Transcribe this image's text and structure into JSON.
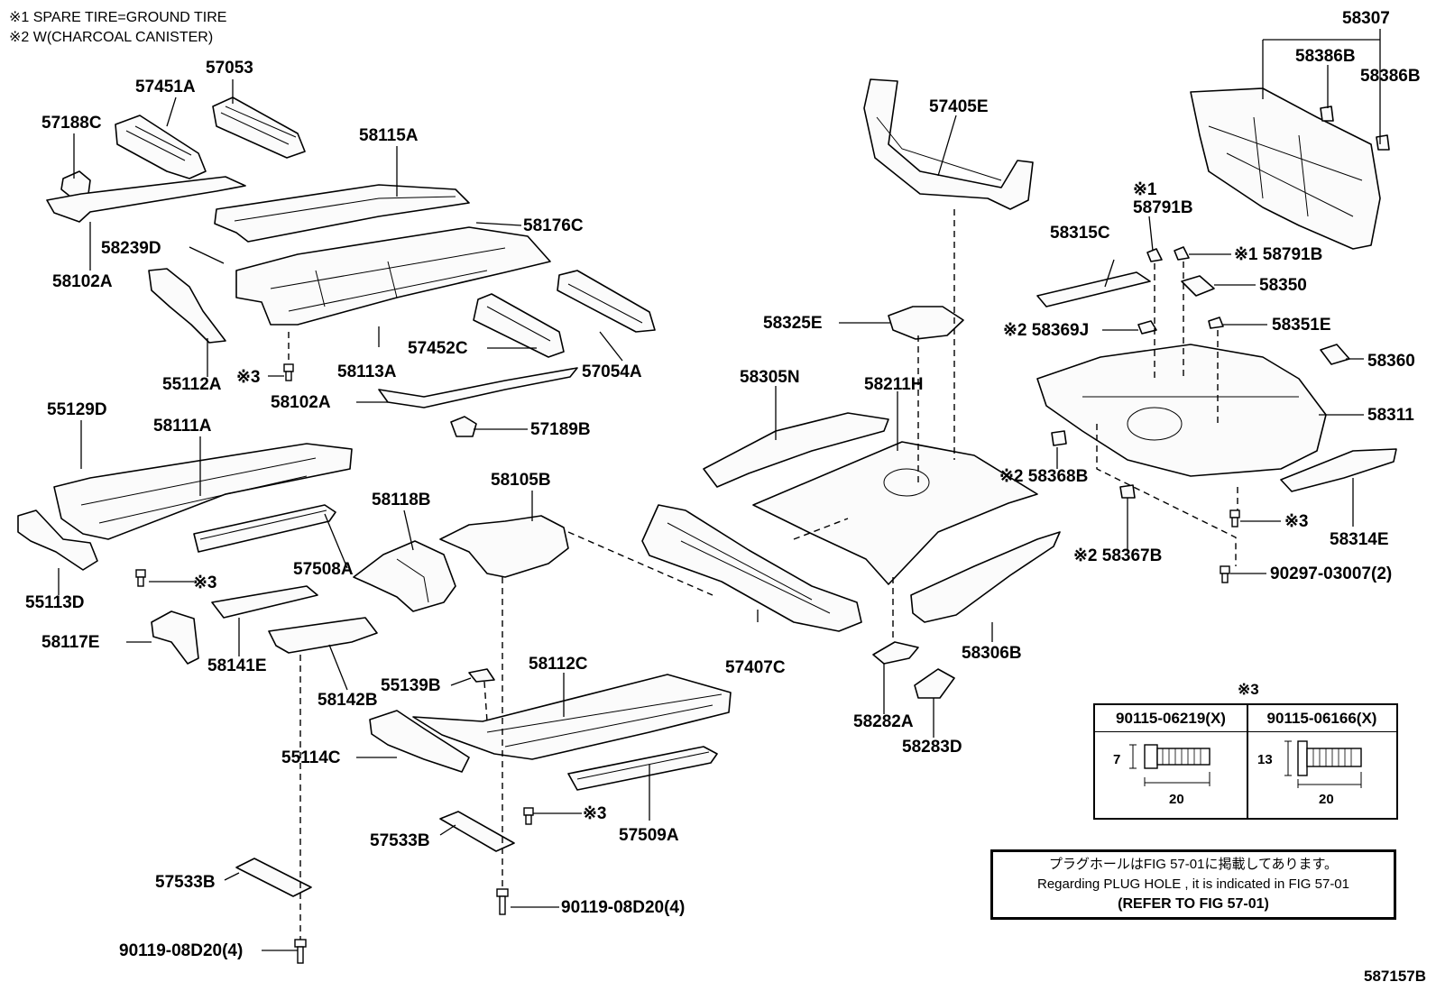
{
  "notes": [
    "※1 SPARE TIRE=GROUND TIRE",
    "※2 W(CHARCOAL CANISTER)"
  ],
  "labels": {
    "l57053": "57053",
    "l57451A": "57451A",
    "l57188C": "57188C",
    "l58115A": "58115A",
    "l58102A_top": "58102A",
    "l58239D": "58239D",
    "l58176C": "58176C",
    "l55112A": "55112A",
    "l58113A": "58113A",
    "l57452C": "57452C",
    "l57054A": "57054A",
    "l58102A_low": "58102A",
    "l_x3_a": "※3",
    "l57189B": "57189B",
    "l55129D": "55129D",
    "l58111A": "58111A",
    "l55113D": "55113D",
    "l_x3_b": "※3",
    "l57508A": "57508A",
    "l58118B": "58118B",
    "l58105B": "58105B",
    "l58117E": "58117E",
    "l58141E": "58141E",
    "l58142B": "58142B",
    "l55139B": "55139B",
    "l58112C": "58112C",
    "l55114C": "55114C",
    "l_x3_c": "※3",
    "l57509A": "57509A",
    "l57533B_mid": "57533B",
    "l57533B_low": "57533B",
    "l90119_mid": "90119-08D20(4)",
    "l90119_low": "90119-08D20(4)",
    "l57405E": "57405E",
    "l58325E": "58325E",
    "l58305N": "58305N",
    "l58211H": "58211H",
    "l57407C": "57407C",
    "l58282A": "58282A",
    "l58283D": "58283D",
    "l58306B": "58306B",
    "l58307": "58307",
    "l58386B_a": "58386B",
    "l58386B_b": "58386B",
    "l_x1_a": "※1",
    "l58791B_a": "58791B",
    "l58791B_b": "※1 58791B",
    "l58315C": "58315C",
    "l58350": "58350",
    "l58369J": "※2 58369J",
    "l58351E": "58351E",
    "l58360": "58360",
    "l58311": "58311",
    "l58368B": "※2 58368B",
    "l58367B": "※2 58367B",
    "l58314E": "58314E",
    "l_x3_d": "※3",
    "l90297": "90297-03007(2)"
  },
  "ref_table": {
    "title": "※3",
    "col1_part": "90115-06219(X)",
    "col2_part": "90115-06166(X)",
    "col1_height": "7",
    "col1_length": "20",
    "col2_height": "13",
    "col2_length": "20"
  },
  "plug_note": {
    "line1": "プラグホールはFIG 57-01に掲載してあります。",
    "line2": "Regarding PLUG HOLE , it is indicated in FIG 57-01",
    "line3": "(REFER TO FIG 57-01)"
  },
  "figure_code": "587157B"
}
